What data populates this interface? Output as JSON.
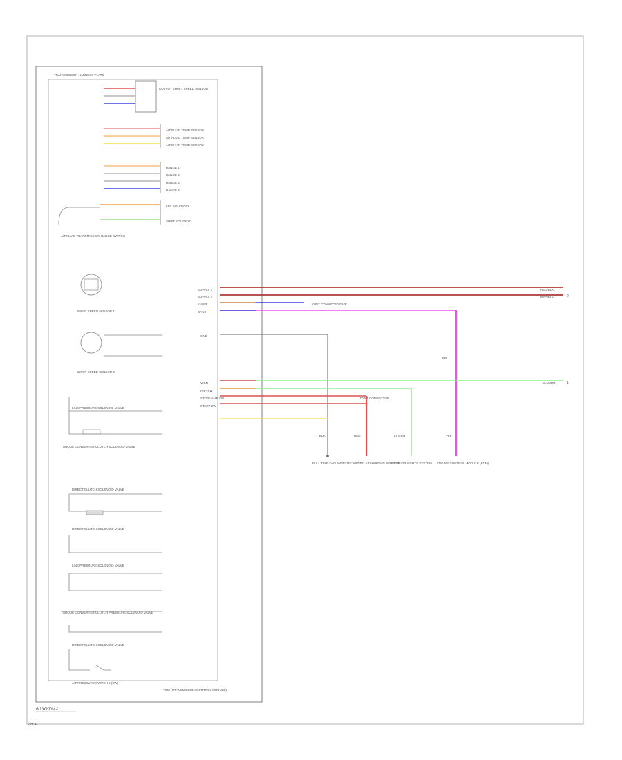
{
  "diagram": {
    "footer_left": "A/T WIRING 2",
    "footer_page": "2 of 4"
  },
  "left_panel": {
    "top_connector": "TRANSMISSION HARNESS PLATE",
    "sensor_group_1": "OUTPUT SHAFT SPEED SENSOR",
    "atf_temp_rows": [
      "A/T FLUID TEMP SENSOR",
      "A/T FLUID TEMP SENSOR",
      "A/T FLUID TEMP SENSOR"
    ],
    "range_rows": [
      "RANGE 1",
      "RANGE 2",
      "RANGE 3",
      "RANGE 4"
    ],
    "pressure_rows": [
      "LPC SOLENOID",
      "SHIFT SOLENOID"
    ],
    "range_switch": "A/T FLUID TRANSMISSION RANGE SWITCH",
    "sensor_a": "INPUT SPEED SENSOR 1",
    "sensor_b": "INPUT SPEED SENSOR 2",
    "valves": [
      {
        "label": "LINE PRESSURE SOLENOID VALVE",
        "sub": "TORQUE CONVERTER CLUTCH SOLENOID VALVE"
      },
      {
        "label": "DIRECT CLUTCH SOLENOID VALVE",
        "sub": "DIRECT CLUTCH SOLENOID VALVE"
      },
      {
        "label": "LINE PRESSURE SOLENOID VALVE",
        "sub": "TORQUE CONVERTER CLUTCH PRESSURE SOLENOID VALVE"
      },
      {
        "label": "DIRECT CLUTCH SOLENOID VALVE",
        "sub": "A/T PRESSURE SWITCH 5 (SW)"
      }
    ],
    "module": "TCM (TRANSMISSION CONTROL MODULE)"
  },
  "right_side": {
    "pins_top": [
      "SUPPLY 1",
      "SUPPLY 2",
      "K-LINE",
      "CAN-H"
    ],
    "pin_gnd": "GND",
    "pins_mid": [
      "VIGN",
      "PNP SW",
      "STOP LAMP SW",
      "START SW"
    ],
    "junction_1": "JOINT CONNECTOR E/R",
    "junction_2": "JOINT CONNECTOR",
    "wire_colors_top": [
      "RED/BLK",
      "RED/BLK"
    ],
    "wire_colors_mid": [
      "BLU/ORN",
      "LT GRN"
    ],
    "dest_labels": [
      "FULL TIME 4WD SWITCH",
      "STARTING & CHARGING SYSTEM",
      "INTERIOR LIGHTS SYSTEM",
      "ENGINE CONTROL MODULE (ECM)"
    ],
    "dest_wire_colors": [
      "BLK",
      "RED",
      "LT GRN",
      "PPL"
    ],
    "ppl_label": "PPL",
    "ref_1": "1",
    "ref_2": "2"
  },
  "colors": {
    "red": "#e05050",
    "darkred": "#b03a3a",
    "orange": "#f0a040",
    "yellow": "#f2e04a",
    "blue": "#4040e0",
    "green": "#80e070",
    "lightgreen": "#90f090",
    "magenta": "#f050f0",
    "grey": "#909090"
  }
}
